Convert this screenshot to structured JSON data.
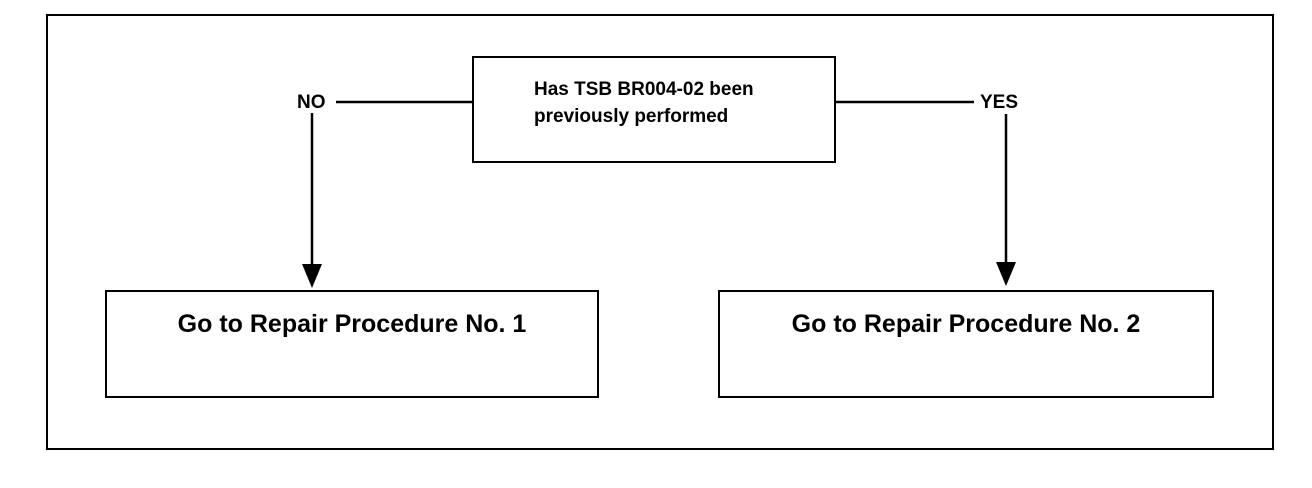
{
  "flowchart": {
    "decision": {
      "line1": "Has TSB BR004-02 been",
      "line2": "previously performed"
    },
    "branches": {
      "no_label": "NO",
      "yes_label": "YES"
    },
    "outcomes": {
      "no_outcome": "Go to Repair Procedure No. 1",
      "yes_outcome": "Go to Repair Procedure No. 2"
    }
  },
  "colors": {
    "line": "#000000",
    "background": "#ffffff"
  }
}
